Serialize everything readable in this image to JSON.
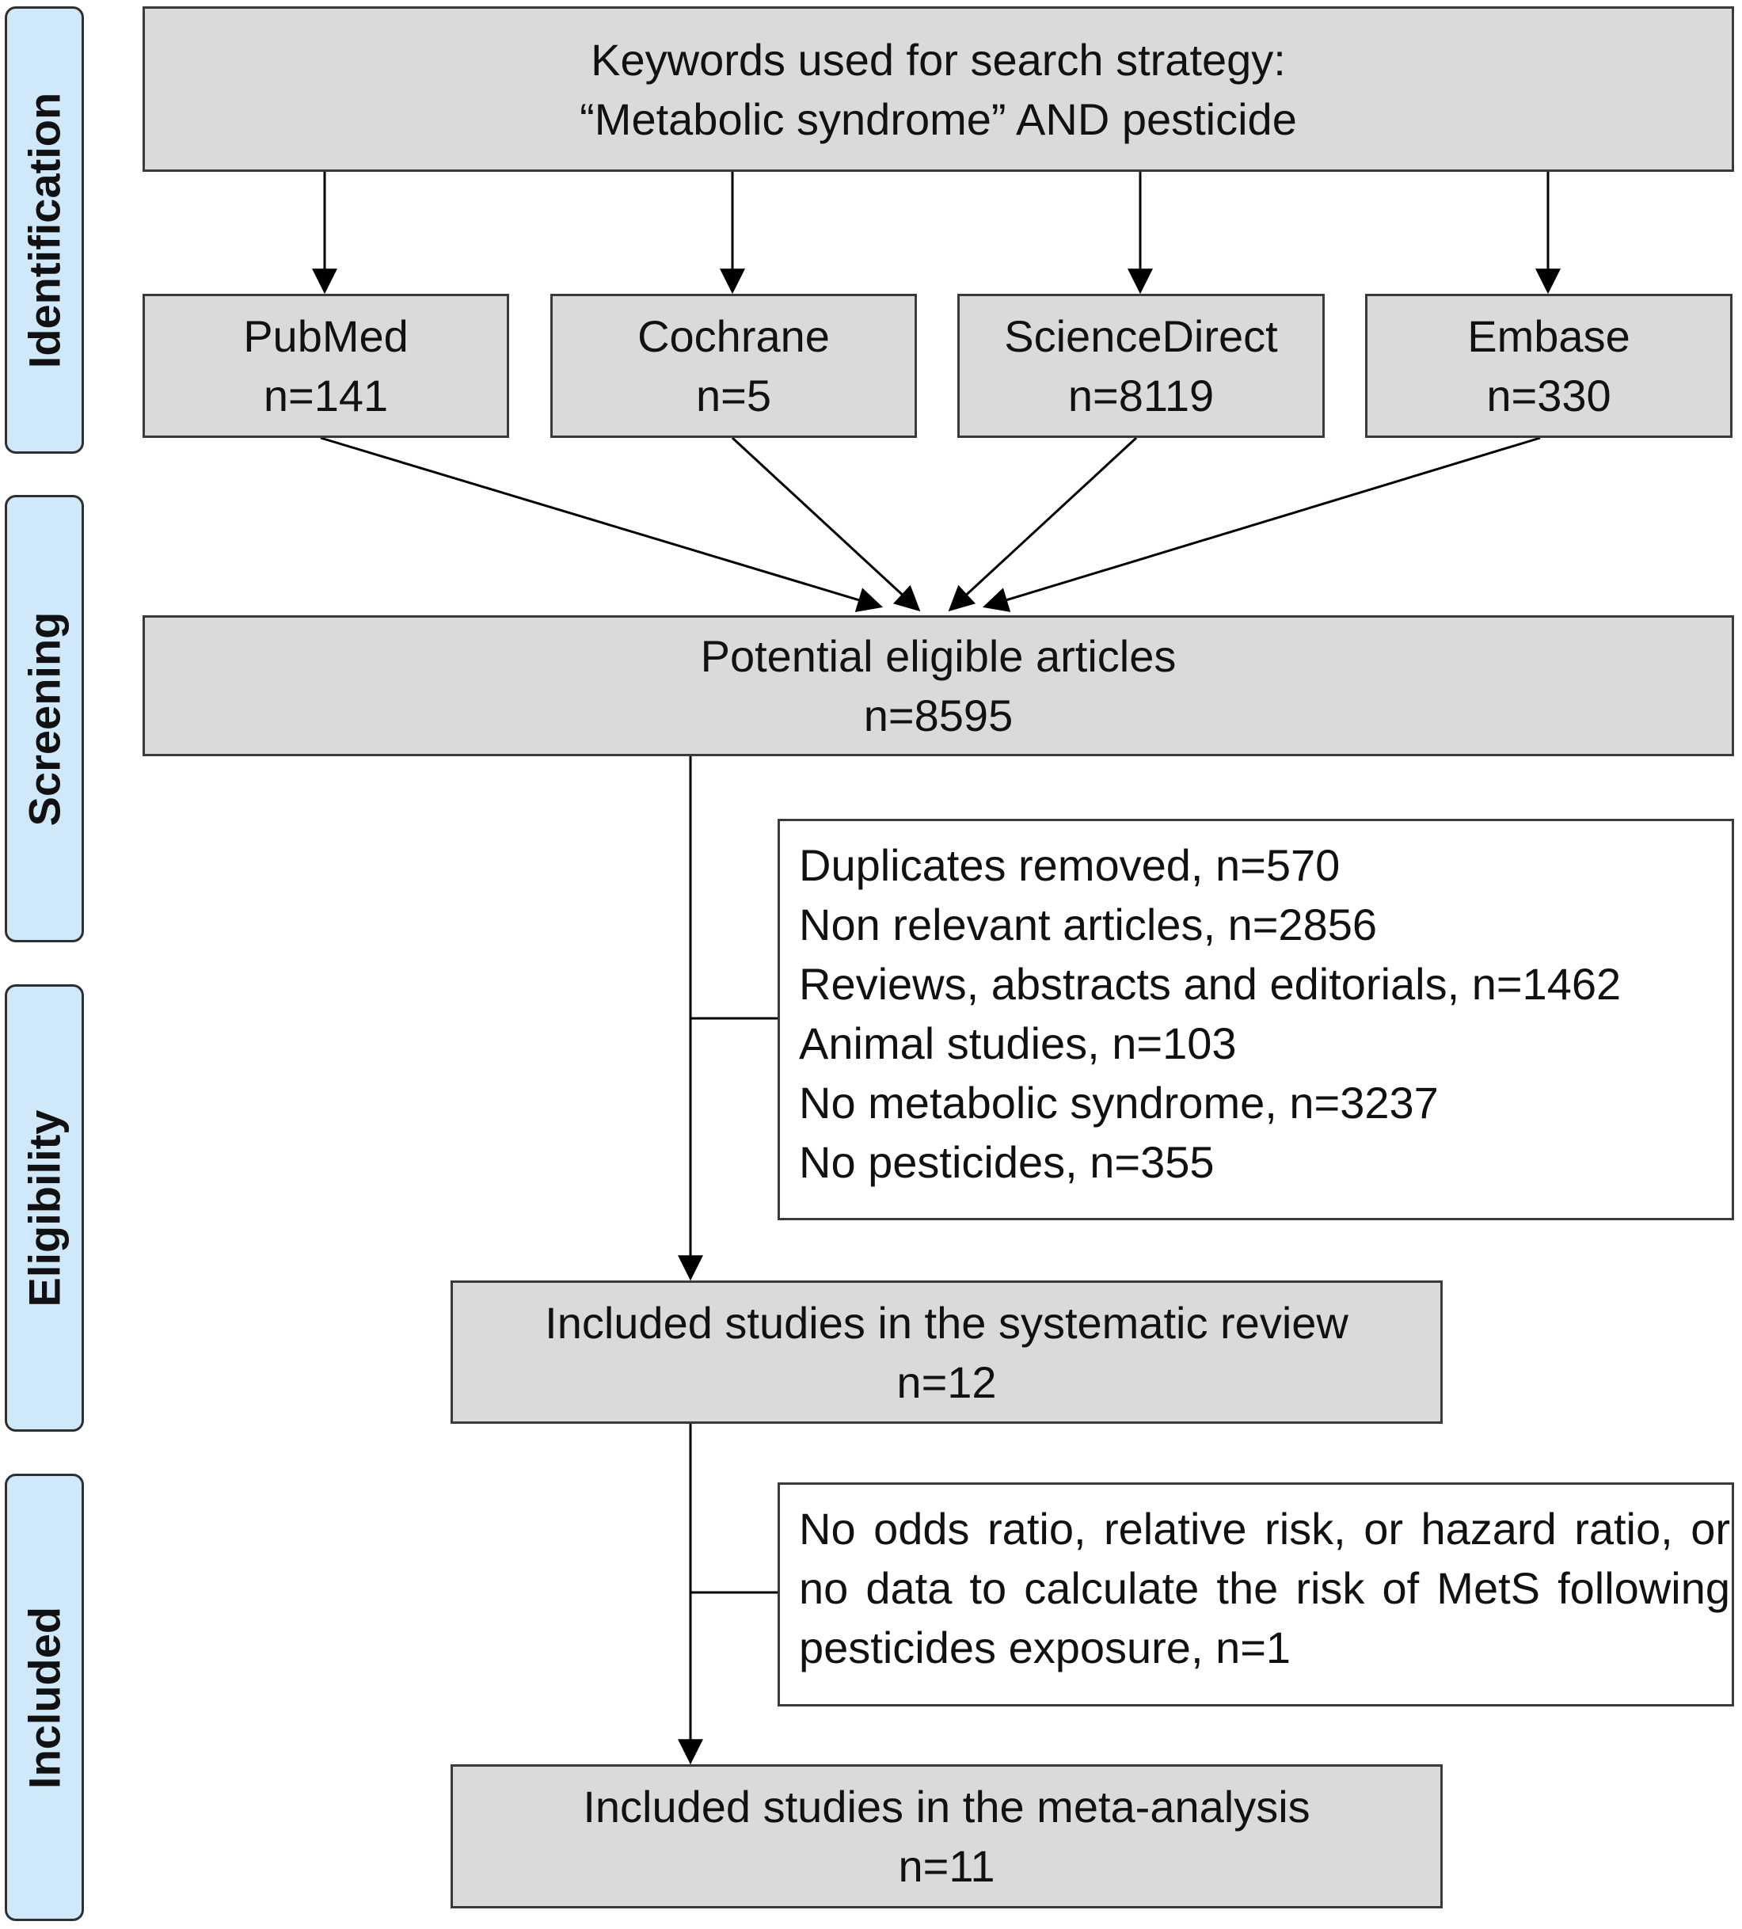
{
  "phases": {
    "identification": "Identification",
    "screening": "Screening",
    "eligibility": "Eligibility",
    "included": "Included"
  },
  "search": {
    "line1": "Keywords used for search strategy:",
    "line2": "“Metabolic syndrome” AND pesticide"
  },
  "databases": [
    {
      "name": "PubMed",
      "count": "n=141"
    },
    {
      "name": "Cochrane",
      "count": "n=5"
    },
    {
      "name": "ScienceDirect",
      "count": "n=8119"
    },
    {
      "name": "Embase",
      "count": "n=330"
    }
  ],
  "potential": {
    "label": "Potential eligible articles",
    "count": "n=8595"
  },
  "exclusions_1": [
    "Duplicates removed, n=570",
    "Non relevant articles, n=2856",
    "Reviews, abstracts and editorials, n=1462",
    "Animal studies, n=103",
    "No metabolic syndrome, n=3237",
    "No pesticides, n=355"
  ],
  "systematic": {
    "label": "Included studies in the systematic review",
    "count": "n=12"
  },
  "exclusions_2": {
    "text": "No odds ratio, relative risk, or hazard ratio, or no data to calculate the risk of MetS following pesticides exposure, n=1"
  },
  "meta": {
    "label": "Included studies in the meta-analysis",
    "count": "n=11"
  },
  "colors": {
    "phase_fill": "#cfe9fb",
    "box_fill": "#dadada",
    "border": "#3a3a3a"
  }
}
